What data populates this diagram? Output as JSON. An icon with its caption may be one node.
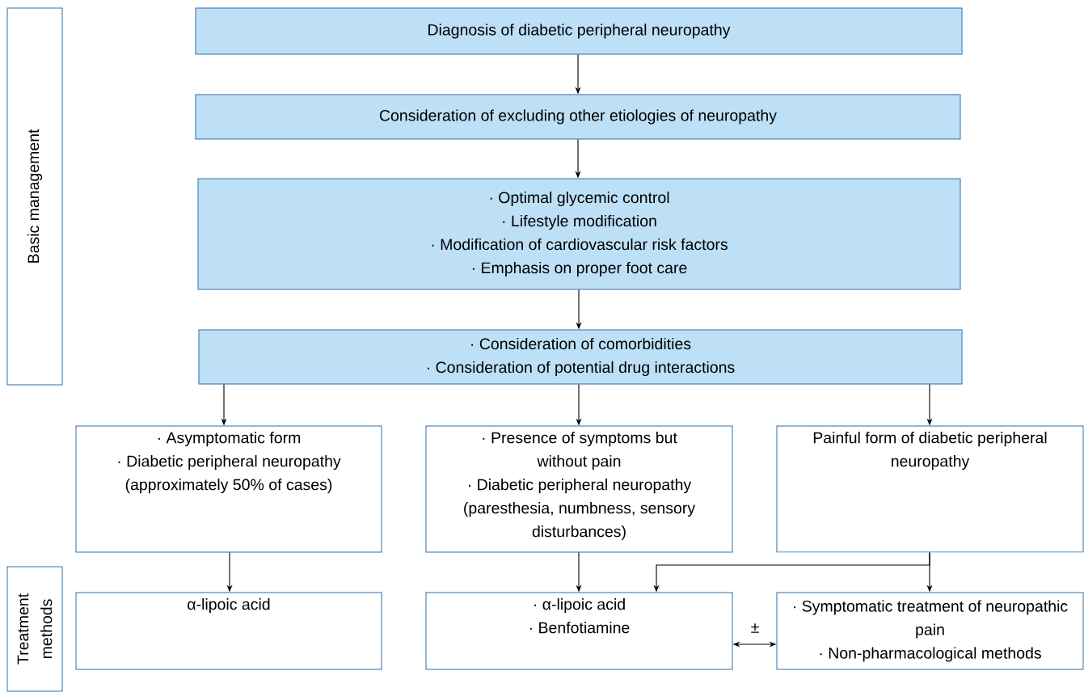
{
  "diagram": {
    "nodes": [
      {
        "text": [
          "Basic management"
        ]
      },
      {
        "text": [
          "Diagnosis of diabetic peripheral neuropathy"
        ]
      },
      {
        "text": [
          "Consideration of excluding other etiologies of neuropathy"
        ]
      },
      {
        "text": [
          "· Optimal glycemic control",
          "· Lifestyle modification",
          "· Modification of cardiovascular risk factors",
          "· Emphasis on proper foot care"
        ]
      },
      {
        "text": [
          "· Consideration of comorbidities",
          "· Consideration of potential drug interactions"
        ]
      },
      {
        "text": [
          "· Asymptomatic form",
          "· Diabetic peripheral neuropathy (approximately 50% of cases)"
        ]
      },
      {
        "text": [
          "· Presence of symptoms but without pain",
          "· Diabetic peripheral neuropathy (paresthesia, numbness, sensory disturbances)"
        ]
      },
      {
        "text": [
          "Painful form of diabetic peripheral neuropathy"
        ]
      },
      {
        "text": [
          "Treatment methods"
        ]
      },
      {
        "text": [
          "α-lipoic acid"
        ]
      },
      {
        "text": [
          "· α-lipoic acid",
          "· Benfotiamine"
        ]
      },
      {
        "text": [
          "· Symptomatic treatment of neuropathic pain",
          "· Non-pharmacological methods"
        ]
      }
    ],
    "edges": [
      {
        "from": 1,
        "to": 2,
        "arrow": "to"
      },
      {
        "from": 2,
        "to": 3,
        "arrow": "to"
      },
      {
        "from": 3,
        "to": 4,
        "arrow": "to"
      },
      {
        "from": 4,
        "to": 5,
        "arrow": "to"
      },
      {
        "from": 4,
        "to": 6,
        "arrow": "to"
      },
      {
        "from": 4,
        "to": 7,
        "arrow": "to"
      },
      {
        "from": 5,
        "to": 9,
        "arrow": "to"
      },
      {
        "from": 6,
        "to": 10,
        "arrow": "to"
      },
      {
        "from": 7,
        "to": 10,
        "arrow": "to"
      },
      {
        "from": 7,
        "to": 11,
        "arrow": "to"
      },
      {
        "from": 10,
        "to": 11,
        "arrow": "both",
        "label": "±"
      }
    ]
  }
}
